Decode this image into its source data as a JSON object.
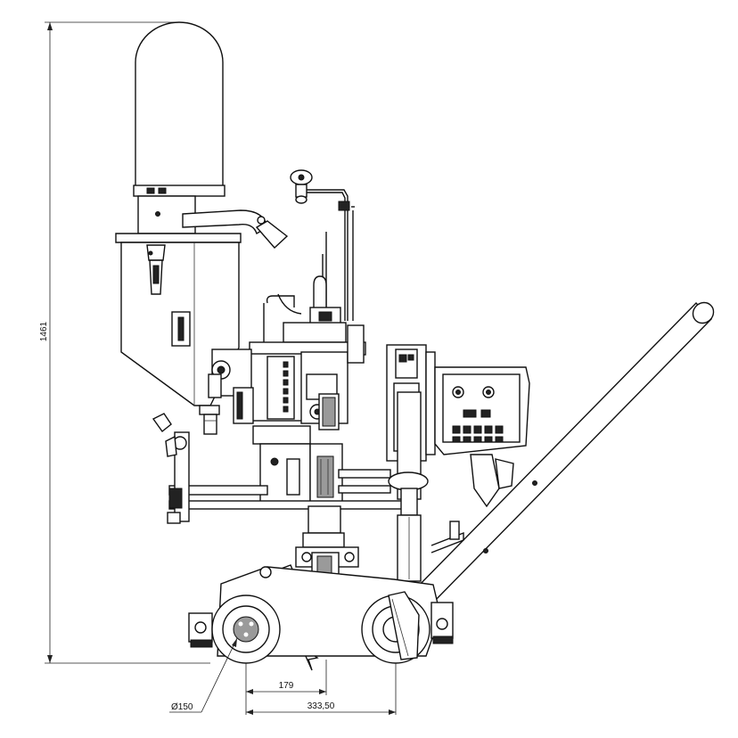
{
  "dimensions": {
    "overall_height": "1461",
    "wheel_diameter": "Ø150",
    "short_offset": "179",
    "wheelbase": "333,50"
  }
}
